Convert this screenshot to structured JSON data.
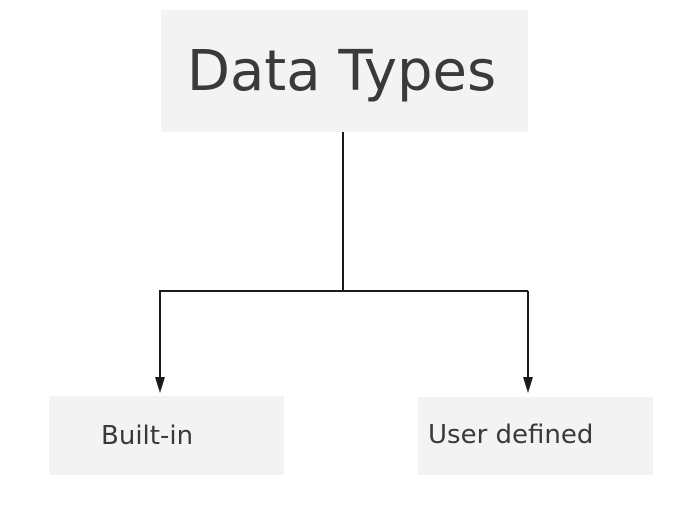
{
  "diagram": {
    "root": {
      "label": "Data Types"
    },
    "children": [
      {
        "label": "Built-in"
      },
      {
        "label": "User defined"
      }
    ],
    "colors": {
      "box_fill": "#f3f3f3",
      "text": "#3a3a3a",
      "connector": "#1a1a1a"
    }
  }
}
